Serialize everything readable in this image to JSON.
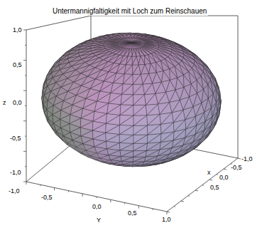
{
  "diagram": {
    "title": "Untermannigfaltigkeit mit Loch zum Reinschauen",
    "labels": [
      "1,0",
      "0,5",
      "z",
      "0,0",
      "-0,5",
      "-1,0",
      "-1,0",
      "-0,5",
      "0,0",
      "0,5",
      "1,0",
      "Y",
      "-1,0",
      "-0,5",
      "x",
      "0,0",
      "0,5"
    ]
  }
}
